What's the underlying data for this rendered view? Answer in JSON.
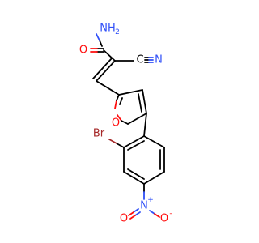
{
  "colors": {
    "carbon": "#000000",
    "oxygen": "#ff0d0d",
    "nitrogen": "#3050f8",
    "bromine": "#a62929",
    "background": "#ffffff"
  },
  "atoms": {
    "amide_nitrogen": "NH",
    "amide_nitrogen_h2": "2",
    "amide_oxygen": "O",
    "nitrile_carbon": "C",
    "nitrile_nitrogen": "N",
    "furan_oxygen": "O",
    "bromine": "Br",
    "nitro_nitrogen": "N",
    "nitro_plus": "+",
    "nitro_oxygen_left": "O",
    "nitro_oxygen_right": "O",
    "nitro_minus": "-"
  }
}
